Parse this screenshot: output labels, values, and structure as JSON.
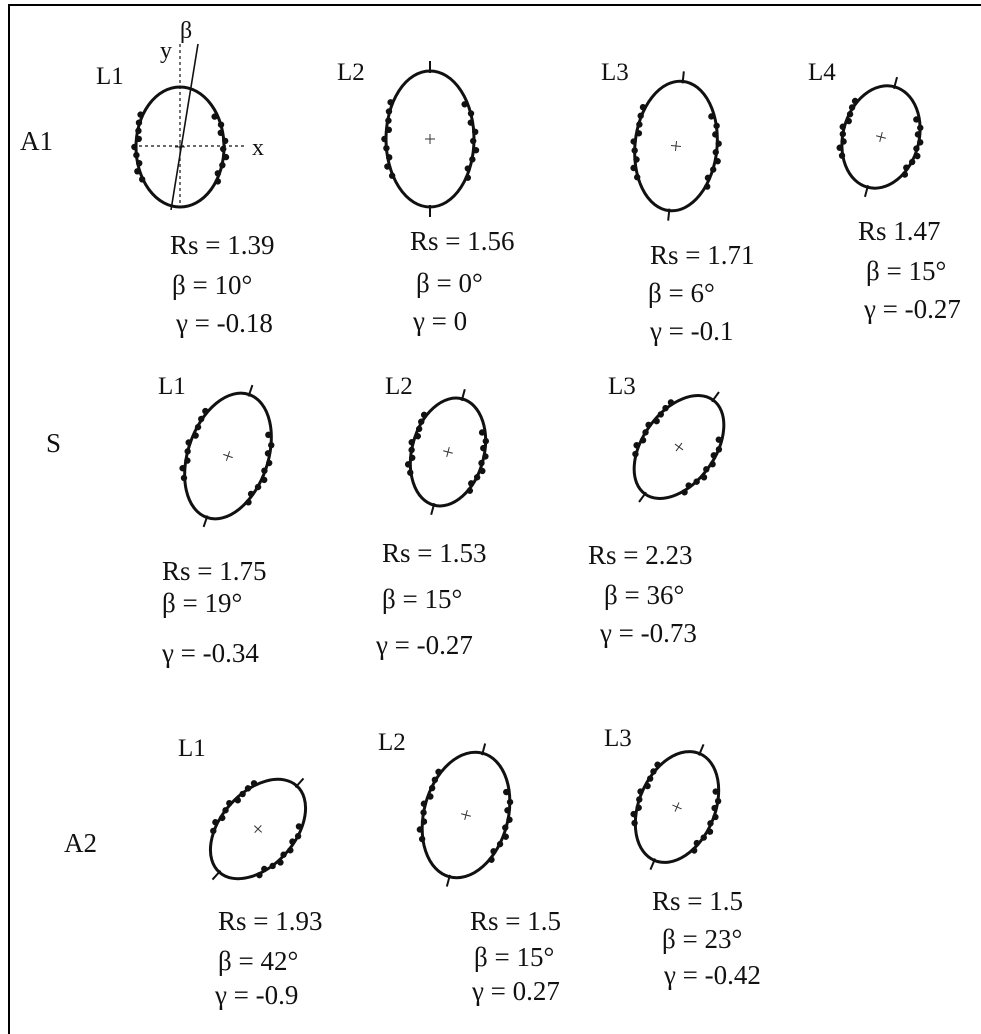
{
  "rows": [
    {
      "label": "A1",
      "panels": [
        {
          "name": "L1",
          "Rs": "Rs = 1.39",
          "beta": "β = 10°",
          "gamma": "γ = -0.18"
        },
        {
          "name": "L2",
          "Rs": "Rs = 1.56",
          "beta": "β = 0°",
          "gamma": "γ = 0"
        },
        {
          "name": "L3",
          "Rs": "Rs = 1.71",
          "beta": "β = 6°",
          "gamma": "γ = -0.1"
        },
        {
          "name": "L4",
          "Rs": "Rs 1.47",
          "beta": "β = 15°",
          "gamma": "γ = -0.27"
        }
      ]
    },
    {
      "label": "S",
      "panels": [
        {
          "name": "L1",
          "Rs": "Rs = 1.75",
          "beta": "β = 19°",
          "gamma": "γ = -0.34"
        },
        {
          "name": "L2",
          "Rs": "Rs = 1.53",
          "beta": "β = 15°",
          "gamma": "γ = -0.27"
        },
        {
          "name": "L3",
          "Rs": "Rs = 2.23",
          "beta": "β = 36°",
          "gamma": "γ = -0.73"
        }
      ]
    },
    {
      "label": "A2",
      "panels": [
        {
          "name": "L1",
          "Rs": "Rs = 1.93",
          "beta": "β = 42°",
          "gamma": "γ = -0.9"
        },
        {
          "name": "L2",
          "Rs": "Rs = 1.5",
          "beta": "β = 15°",
          "gamma": "γ = 0.27"
        },
        {
          "name": "L3",
          "Rs": "Rs = 1.5",
          "beta": "β = 23°",
          "gamma": "γ = -0.42"
        }
      ]
    }
  ],
  "axis_labels": {
    "x": "x",
    "y": "y",
    "beta": "β"
  }
}
